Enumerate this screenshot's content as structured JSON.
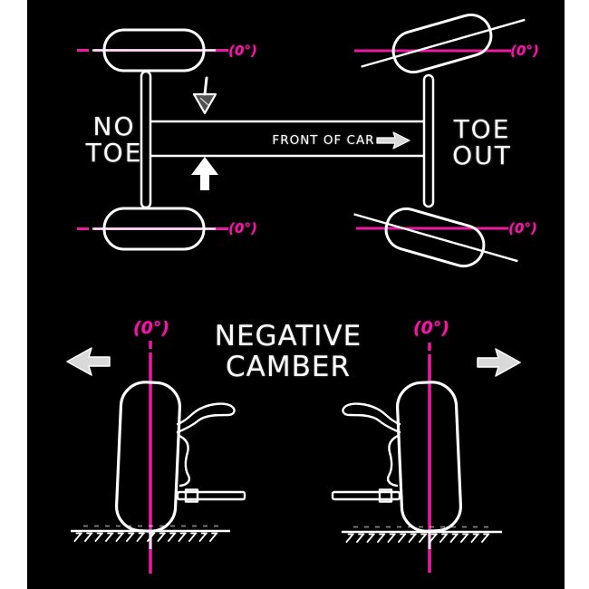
{
  "colors": {
    "accent_magenta": "#ed1aa4",
    "chalk_white": "#ffffff",
    "photo_background": "#000000",
    "canvas_background": "#ffffff"
  },
  "toe_section": {
    "left_title": "NO\nTOE",
    "right_title": "TOE\nOUT",
    "front_of_car_label": "FRONT OF CAR",
    "zero_degree_label": "(0°)"
  },
  "camber_section": {
    "title": "NEGATIVE\nCAMBER",
    "zero_degree_label": "(0°)"
  }
}
